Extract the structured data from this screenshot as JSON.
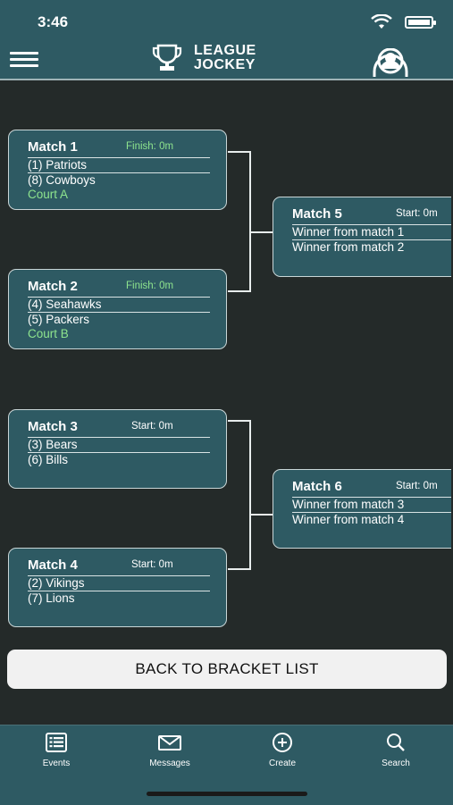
{
  "status_bar": {
    "time": "3:46"
  },
  "header": {
    "logo_line1": "LEAGUE",
    "logo_line2": "JOCKEY"
  },
  "matches": [
    {
      "title": "Match 1",
      "time": "Finish: 0m",
      "team1": "(1) Patriots",
      "team2": "(8) Cowboys",
      "court": "Court A"
    },
    {
      "title": "Match 2",
      "time": "Finish: 0m",
      "team1": "(4) Seahawks",
      "team2": "(5) Packers",
      "court": "Court B"
    },
    {
      "title": "Match 3",
      "time": "Start: 0m",
      "team1": "(3) Bears",
      "team2": "(6) Bills",
      "court": ""
    },
    {
      "title": "Match 4",
      "time": "Start: 0m",
      "team1": "(2) Vikings",
      "team2": "(7) Lions",
      "court": ""
    },
    {
      "title": "Match 5",
      "time": "Start: 0m",
      "team1": "Winner from match 1",
      "team2": "Winner from match 2",
      "court": ""
    },
    {
      "title": "Match 6",
      "time": "Start: 0m",
      "team1": "Winner from match 3",
      "team2": "Winner from match 4",
      "court": ""
    }
  ],
  "back_button": {
    "label": "BACK TO BRACKET LIST"
  },
  "tabbar": {
    "items": [
      {
        "label": "Events",
        "icon": "list-icon"
      },
      {
        "label": "Messages",
        "icon": "envelope-icon"
      },
      {
        "label": "Create",
        "icon": "plus-circle-icon"
      },
      {
        "label": "Search",
        "icon": "search-icon"
      }
    ]
  },
  "colors": {
    "header": "#2e5a63",
    "background": "#242a29",
    "finish_text": "#8ee48e",
    "card_border": "#c9d6d7"
  }
}
